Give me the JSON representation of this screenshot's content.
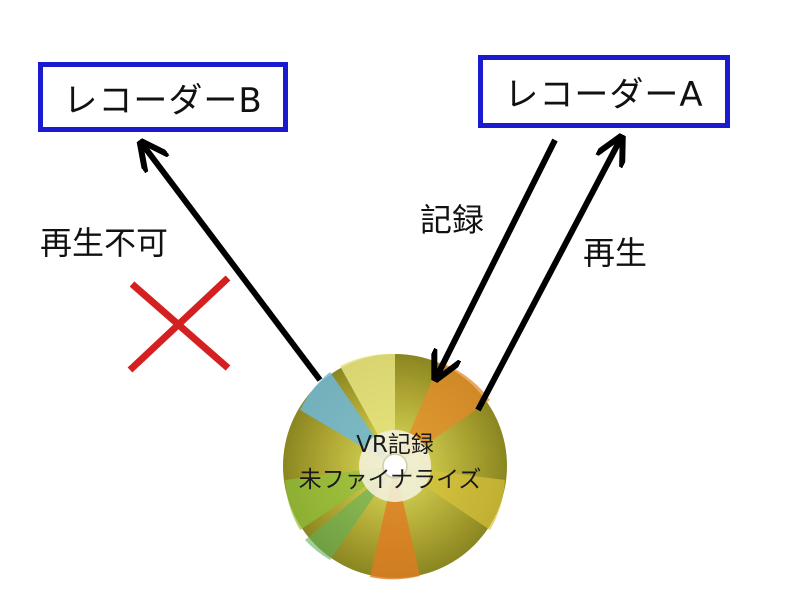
{
  "recorder_b": {
    "label": "レコーダーB"
  },
  "recorder_a": {
    "label": "レコーダーA"
  },
  "arrows": {
    "to_b_label": "再生不可",
    "record_label": "記録",
    "play_label": "再生"
  },
  "disc": {
    "line1": "VR記録",
    "line2": "未ファイナライズ"
  },
  "colors": {
    "box_border": "#1a1ad0",
    "arrow": "#000000",
    "cross": "#d42020"
  },
  "icons": {
    "cross": "cross-icon",
    "disc": "disc-icon"
  }
}
